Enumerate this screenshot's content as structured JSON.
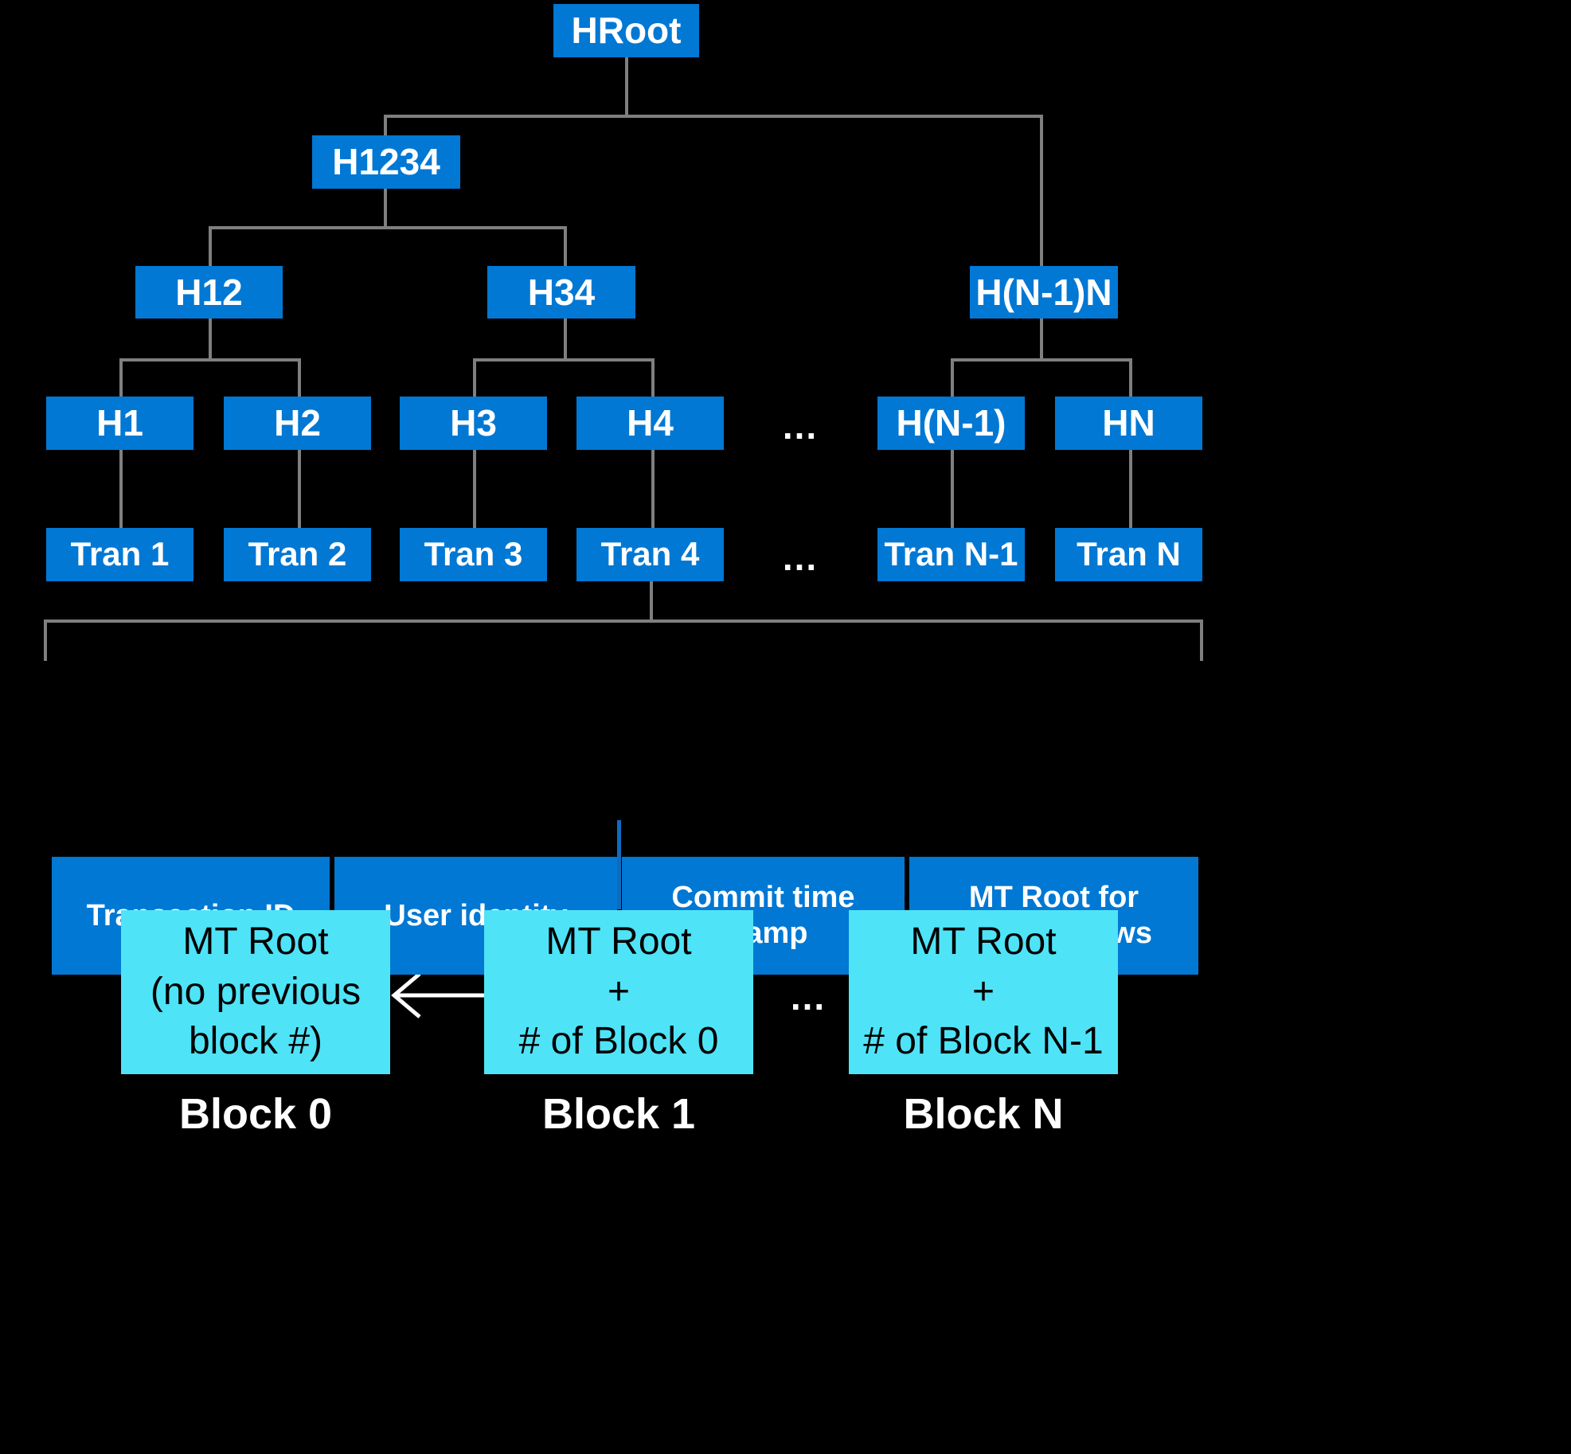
{
  "theme": {
    "background": "#000000",
    "node_fill": "#0078D4",
    "node_text": "#FFFFFF",
    "block_fill": "#4FE3F7",
    "block_text": "#000000",
    "connector": "#7F7F7F",
    "blue_connector": "#0F6CBD",
    "arrow": "#FFFFFF"
  },
  "merkle_tree": {
    "root": {
      "label": "HRoot"
    },
    "level2": [
      {
        "label": "H1234"
      }
    ],
    "level3": [
      {
        "label": "H12"
      },
      {
        "label": "H34"
      },
      {
        "label": "H(N-1)N"
      }
    ],
    "level4": [
      {
        "label": "H1"
      },
      {
        "label": "H2"
      },
      {
        "label": "H3"
      },
      {
        "label": "H4"
      },
      {
        "label": "H(N-1)"
      },
      {
        "label": "HN"
      }
    ],
    "level4_ellipsis": "...",
    "transactions": [
      {
        "label": "Tran 1"
      },
      {
        "label": "Tran 2"
      },
      {
        "label": "Tran 3"
      },
      {
        "label": "Tran 4"
      },
      {
        "label": "Tran N-1"
      },
      {
        "label": "Tran N"
      }
    ],
    "transactions_ellipsis": "..."
  },
  "transaction_detail": {
    "fields": [
      {
        "label": "Transaction ID"
      },
      {
        "label": "User identity"
      },
      {
        "label": "Commit time\nstamp"
      },
      {
        "label": "MT Root for\nupdated rows"
      }
    ]
  },
  "blockchain": {
    "blocks": [
      {
        "body": "MT Root\n(no previous\nblock #)",
        "caption": "Block 0"
      },
      {
        "body": "MT Root\n+\n# of Block 0",
        "caption": "Block 1"
      },
      {
        "body": "MT Root\n+\n# of Block N-1",
        "caption": "Block N"
      }
    ],
    "ellipsis": "..."
  }
}
